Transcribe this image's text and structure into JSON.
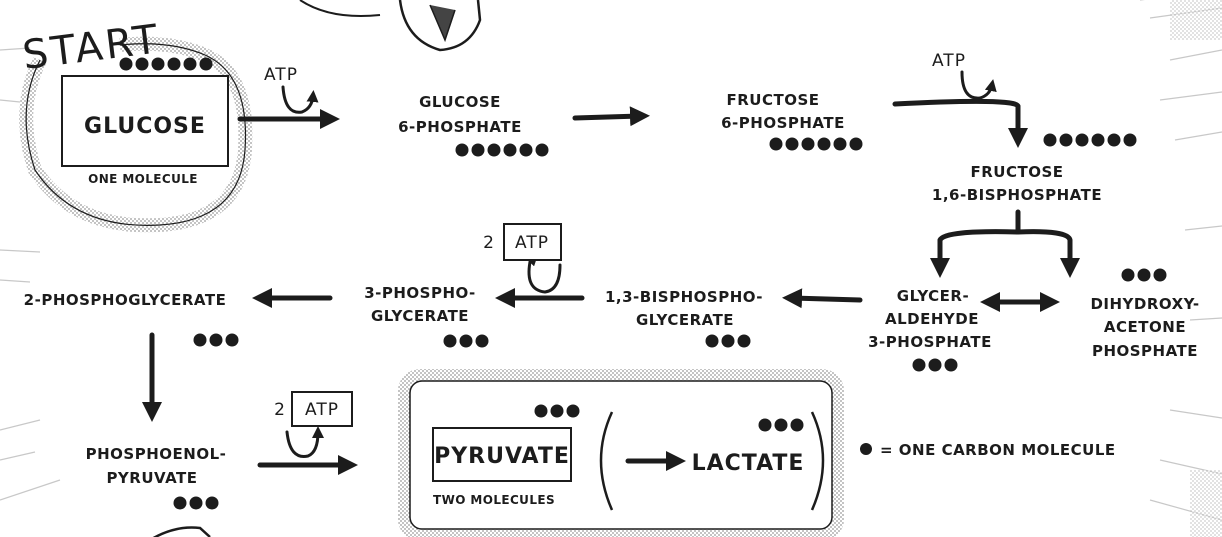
{
  "diagram": {
    "start_label": "START",
    "atp": "ATP",
    "two": "2",
    "glucose": {
      "label": "GLUCOSE",
      "caption": "ONE MOLECULE",
      "carbons": 6
    },
    "g6p": {
      "line1": "GLUCOSE",
      "line2": "6-PHOSPHATE",
      "carbons": 6
    },
    "f6p": {
      "line1": "FRUCTOSE",
      "line2": "6-PHOSPHATE",
      "carbons": 6
    },
    "f16bp": {
      "line1": "FRUCTOSE",
      "line2": "1,6-BISPHOSPHATE",
      "carbons": 6
    },
    "g3p": {
      "line1": "GLYCER-",
      "line2": "ALDEHYDE",
      "line3": "3-PHOSPHATE",
      "carbons": 3
    },
    "dhap": {
      "line1": "DIHYDROXY-",
      "line2": "ACETONE",
      "line3": "PHOSPHATE",
      "carbons": 3
    },
    "bpg13": {
      "line1": "1,3-BISPHOSPHO-",
      "line2": "GLYCERATE",
      "carbons": 3
    },
    "pg3": {
      "line1": "3-PHOSPHO-",
      "line2": "GLYCERATE",
      "carbons": 3
    },
    "pg2": {
      "line1": "2-PHOSPHOGLYCERATE",
      "carbons": 3
    },
    "pep": {
      "line1": "PHOSPHOENOL-",
      "line2": "PYRUVATE",
      "carbons": 3
    },
    "pyruvate": {
      "label": "PYRUVATE",
      "caption": "TWO MOLECULES",
      "carbons": 3
    },
    "lactate": {
      "label": "LACTATE",
      "carbons": 3
    },
    "legend": "= ONE CARBON MOLECULE"
  },
  "colors": {
    "ink": "#1c1c1c",
    "halftone": "#bdbdbd",
    "background": "#ffffff"
  }
}
